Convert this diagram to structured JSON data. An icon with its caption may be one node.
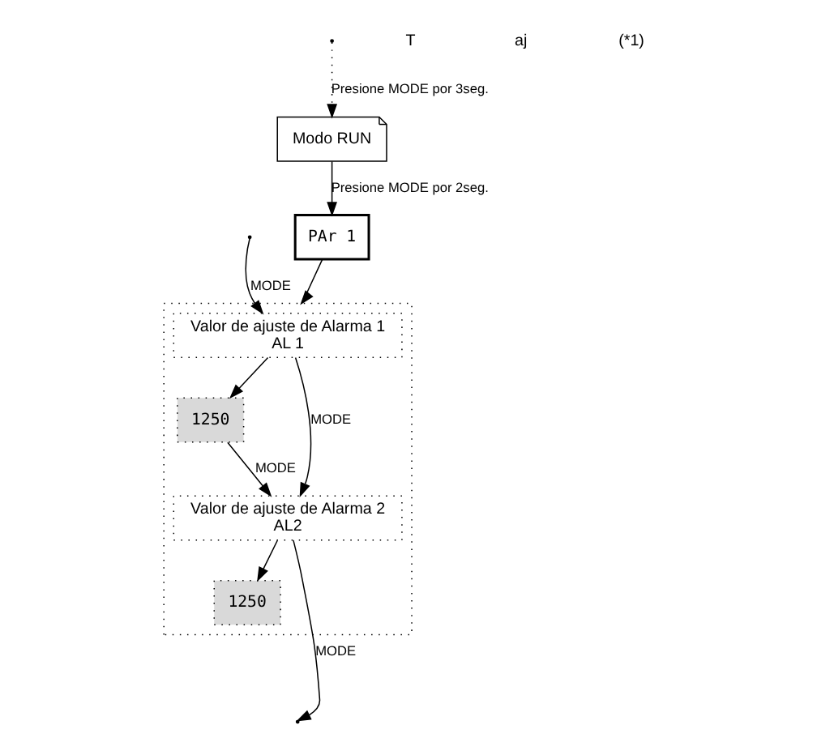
{
  "diagram": {
    "nodes": [
      {
        "text": [
          "Modo RUN"
        ]
      },
      {
        "text": [
          "PAr 1"
        ]
      },
      {
        "text": [],
        "shape": "box"
      },
      {
        "text": [
          "Valor de ajuste de Alarma 1",
          "AL 1"
        ],
        "in": 2
      },
      {
        "text": [
          "1250"
        ],
        "in": 2
      },
      {
        "text": [
          "Valor de ajuste de Alarma 2",
          "AL2"
        ],
        "in": 2
      },
      {
        "text": [
          "1250"
        ],
        "in": 2
      }
    ],
    "edges": [
      {
        "from": null,
        "to": 0,
        "arrow": "to",
        "label": "Presione MODE por 3seg.",
        "style": "dashed"
      },
      {
        "from": 0,
        "to": 1,
        "arrow": "to",
        "label": "Presione MODE por 2seg."
      },
      {
        "from": 1,
        "to": 2,
        "arrow": "to"
      },
      {
        "from": null,
        "to": 3,
        "arrow": "to",
        "label": "MODE"
      },
      {
        "from": 3,
        "to": 4,
        "arrow": "to"
      },
      {
        "from": 3,
        "to": 5,
        "arrow": "to",
        "label": "MODE"
      },
      {
        "from": 4,
        "to": 5,
        "arrow": "to",
        "label": "MODE"
      },
      {
        "from": 5,
        "to": 6,
        "arrow": "to"
      },
      {
        "from": 5,
        "to": null,
        "arrow": "to",
        "label": "MODE"
      }
    ],
    "labels": [
      "T",
      "aj",
      "(*1)"
    ]
  }
}
